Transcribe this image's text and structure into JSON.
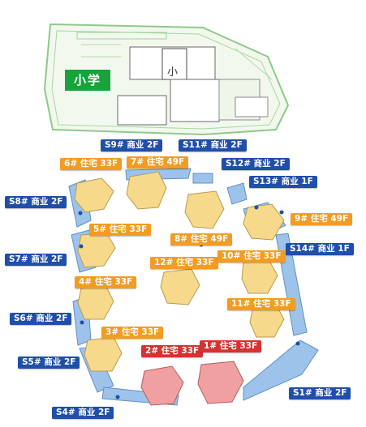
{
  "school": {
    "label": "小学",
    "building_char": "小"
  },
  "colors": {
    "commercial_tag": "#1f4fa8",
    "residential_tag": "#f39c22",
    "highlight_tag": "#d63232",
    "school_label": "#18a23a",
    "commercial_strip": "#9ec3ea",
    "residential_building": "#f6d98a",
    "highlight_building": "#f0a0a0"
  },
  "labels": {
    "s9": "S9# 商业 2F",
    "s11": "S11# 商业 2F",
    "s12": "S12# 商业 2F",
    "s13": "S13# 商业 1F",
    "s8": "S8# 商业 2F",
    "s7": "S7# 商业 2F",
    "s14": "S14# 商业 1F",
    "s6": "S6# 商业 2F",
    "s5": "S5# 商业 2F",
    "s4": "S4# 商业 2F",
    "s1": "S1# 商业 2F",
    "b6": "6# 住宅 33F",
    "b7": "7# 住宅 49F",
    "b9": "9# 住宅 49F",
    "b5": "5# 住宅 33F",
    "b8": "8# 住宅 49F",
    "b12": "12# 住宅 33F",
    "b10": "10# 住宅 33F",
    "b4": "4# 住宅 33F",
    "b11": "11# 住宅 33F",
    "b3": "3# 住宅 33F",
    "b2": "2# 住宅 33F",
    "b1": "1# 住宅 33F"
  }
}
